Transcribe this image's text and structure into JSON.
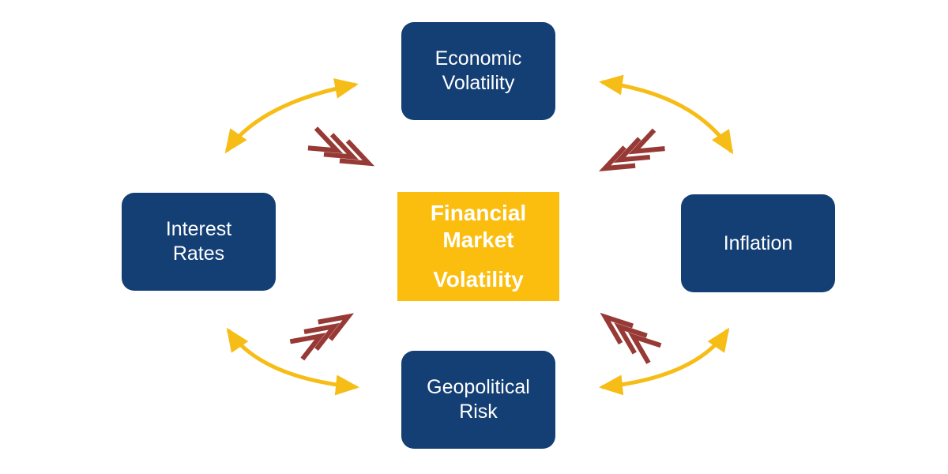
{
  "diagram": {
    "center": {
      "line1": "Financial",
      "line2": "Market",
      "line3": "Volatility"
    },
    "nodes": {
      "economic": {
        "line1": "Economic",
        "line2": "Volatility"
      },
      "interest": {
        "line1": "Interest",
        "line2": "Rates"
      },
      "inflation": {
        "line1": "Inflation"
      },
      "geopolitical": {
        "line1": "Geopolitical",
        "line2": "Risk"
      }
    },
    "colors": {
      "node_fill": "#133f75",
      "center_fill": "#fbbd0e",
      "cycle_arrow": "#f6bd16",
      "influence_chevron": "#973a36",
      "text": "#ffffff"
    },
    "icons": {
      "cycle_arrows": "double-headed-curved-arrow",
      "influence_arrows": "double-chevron"
    }
  }
}
